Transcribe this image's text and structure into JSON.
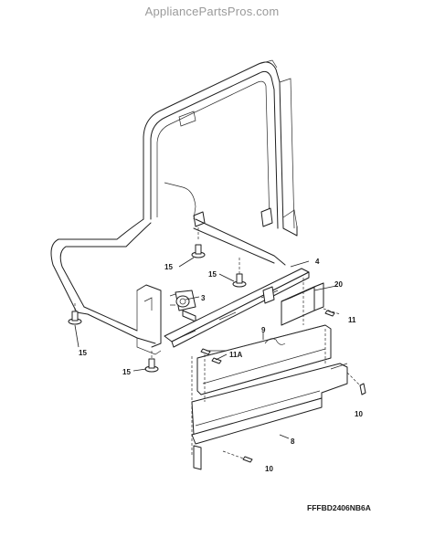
{
  "watermark": "AppliancePartsPros.com",
  "model_code": "FFFBD2406NB6A",
  "part_labels": {
    "p3": "3",
    "p4": "4",
    "p8": "8",
    "p9": "9",
    "p10a": "10",
    "p10b": "10",
    "p11": "11",
    "p11a": "11A",
    "p15a": "15",
    "p15b": "15",
    "p15c": "15",
    "p15d": "15",
    "p20": "20"
  }
}
